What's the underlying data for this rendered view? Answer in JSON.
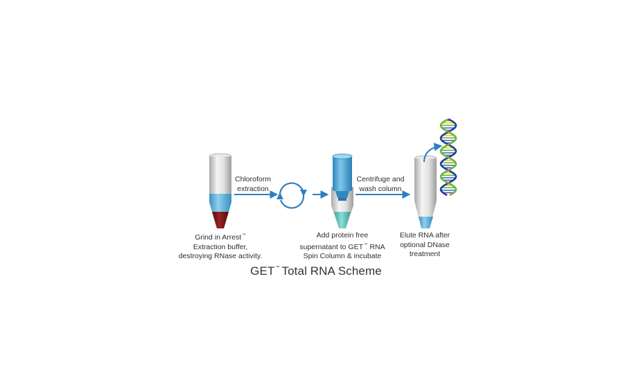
{
  "arrows": {
    "chloroform_line1": "Chloroform",
    "chloroform_line2": "extraction",
    "centrifuge_line1": "Centrifuge and",
    "centrifuge_line2": "wash column"
  },
  "steps": {
    "grind": {
      "line1_pre": "Grind in Arrest",
      "line1_tm": "™",
      "line2": "Extraction buffer,",
      "line3": "destroying RNase activity."
    },
    "add": {
      "line1": "Add protein free",
      "line2_pre": "supernatant to GET",
      "line2_tm": "™",
      "line2_post": " RNA",
      "line3": "Spin Column & incubate"
    },
    "elute": {
      "line1": "Elute RNA after",
      "line2": "optional DNase",
      "line3": "treatment"
    }
  },
  "title": {
    "pre": "GET",
    "tm": "™",
    "post": "Total RNA Scheme"
  },
  "colors": {
    "arrow": "#2f7fc1",
    "tube_gray": "#dcdcdc",
    "liquid_blue": "#62b7df",
    "pellet_red": "#7a1414",
    "column_blue": "#4aa4d6",
    "column_teal": "#6cc7c0",
    "dna_blue": "#1f3f98",
    "dna_green": "#6cb33f"
  }
}
